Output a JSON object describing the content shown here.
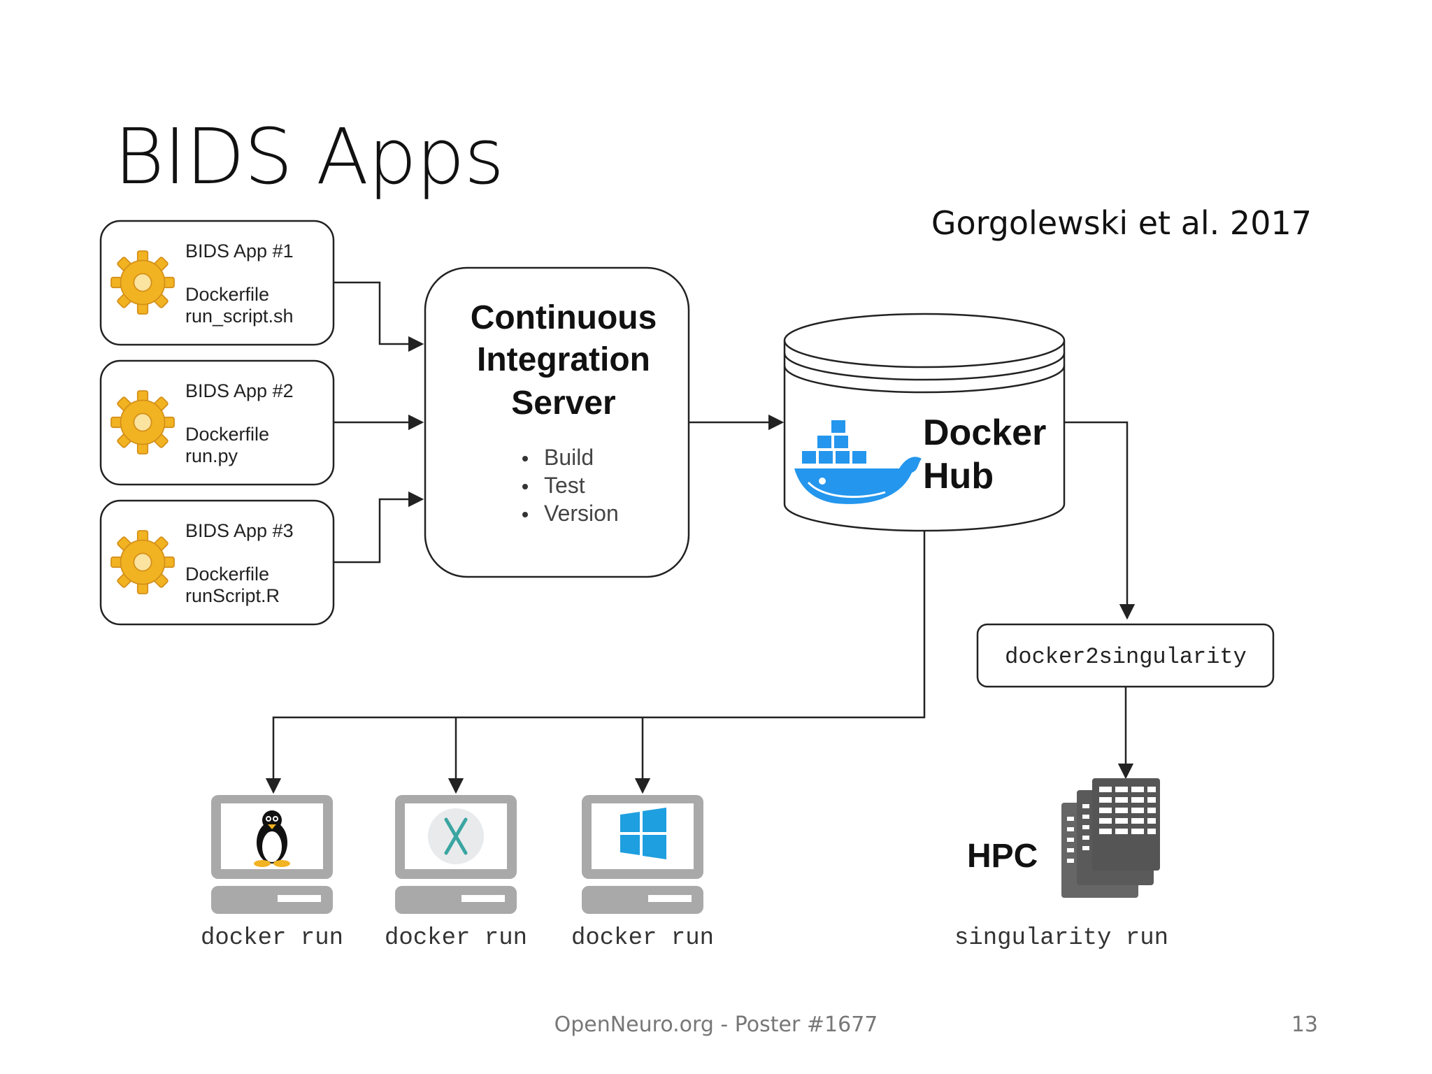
{
  "slide": {
    "title": "BIDS Apps",
    "citation": "Gorgolewski et al. 2017",
    "footer": "OpenNeuro.org  - Poster #1677",
    "page_number": "13"
  },
  "apps": [
    {
      "name": "BIDS App #1",
      "file1": "Dockerfile",
      "file2": "run_script.sh"
    },
    {
      "name": "BIDS App #2",
      "file1": "Dockerfile",
      "file2": "run.py"
    },
    {
      "name": "BIDS App #3",
      "file1": "Dockerfile",
      "file2": "runScript.R"
    }
  ],
  "ci_server": {
    "line1": "Continuous",
    "line2": "Integration",
    "line3": "Server",
    "items": [
      "Build",
      "Test",
      "Version"
    ]
  },
  "docker_hub": {
    "line1": "Docker",
    "line2": "Hub"
  },
  "converter": {
    "label": "docker2singularity"
  },
  "computers": [
    {
      "os_icon": "linux-tux-icon",
      "command": "docker run"
    },
    {
      "os_icon": "macos-x-icon",
      "command": "docker run"
    },
    {
      "os_icon": "windows-logo-icon",
      "command": "docker run"
    }
  ],
  "hpc": {
    "label": "HPC",
    "command": "singularity run",
    "icon": "server-buildings-icon"
  },
  "colors": {
    "gear": "#f2b322",
    "docker_blue": "#2496ed",
    "windows_blue": "#1e9fe0",
    "computer_gray": "#a9a9a9",
    "line": "#222222"
  }
}
